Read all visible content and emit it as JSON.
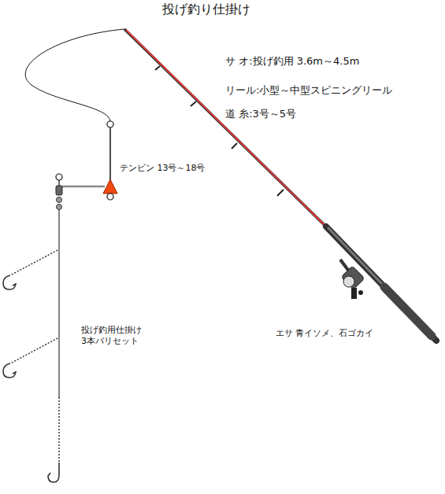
{
  "diagram": {
    "title": "投げ釣り仕掛け",
    "labels": [
      "サ オ:投げ釣用 3.6m～4.5m",
      "リール:小型～中型スピニングリール",
      "道 糸:3号～5号",
      "テンビン 13号～18号",
      "投げ釣用仕掛け 3本バリセット",
      "エサ 青イソメ、石ゴカイ"
    ]
  }
}
